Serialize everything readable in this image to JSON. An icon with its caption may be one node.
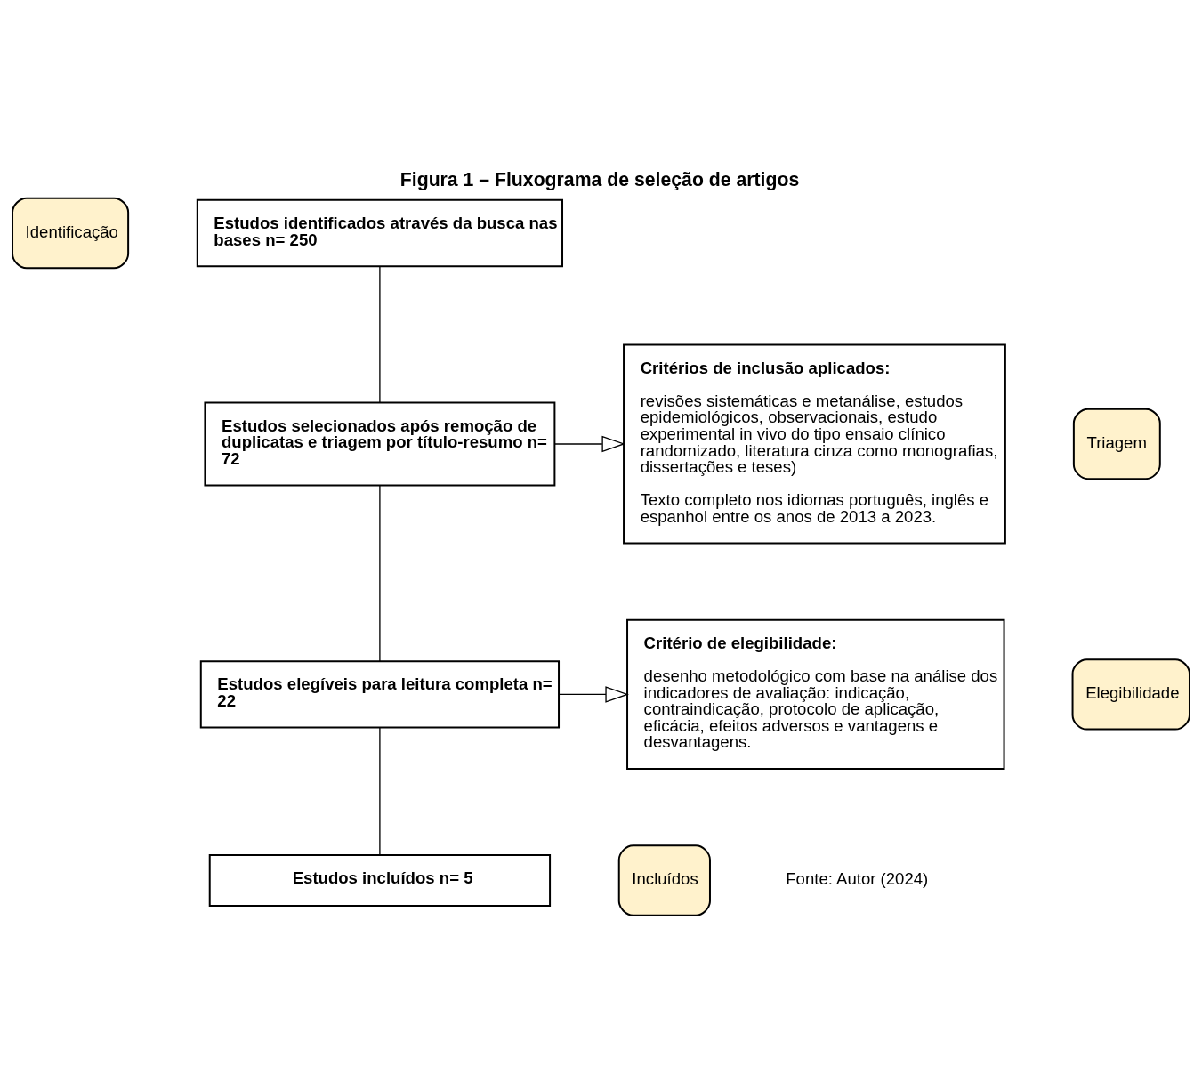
{
  "diagram": {
    "title": "Figura 1 – Fluxograma de seleção de artigos",
    "nodes": [
      {
        "text": [
          "Identificação"
        ]
      },
      {
        "text": [
          "Estudos identificados através da busca nas bases n= 250"
        ]
      },
      {
        "text": [
          "Critérios de inclusão aplicados:",
          "revisões sistemáticas e metanálise, estudos epidemiológicos, observacionais, estudo experimental in vivo do tipo ensaio clínico randomizado, literatura cinza como monografias, dissertações e teses)",
          "Texto completo nos idiomas português, inglês e espanhol entre os anos de 2013 a 2023."
        ]
      },
      {
        "text": [
          "Triagem"
        ]
      },
      {
        "text": [
          "Estudos selecionados após remoção de duplicatas e triagem por título-resumo n= 72"
        ]
      },
      {
        "text": [
          "Elegibilidade"
        ]
      },
      {
        "text": [
          "Critério de elegibilidade:",
          "desenho metodológico com base na análise dos indicadores de avaliação: indicação, contraindicação, protocolo de aplicação, eficácia, efeitos adversos e vantagens e desvantagens."
        ]
      },
      {
        "text": [
          "Estudos elegíveis para leitura completa n= 22"
        ]
      },
      {
        "text": [
          "Incluídos"
        ]
      },
      {
        "text": [
          "Estudos incluídos n= 5"
        ]
      }
    ],
    "edges": [
      {
        "from": 1,
        "to": 4,
        "arrow": "none"
      },
      {
        "from": 4,
        "to": 2,
        "arrow": "to"
      },
      {
        "from": 4,
        "to": 7,
        "arrow": "none"
      },
      {
        "from": 7,
        "to": 6,
        "arrow": "to"
      },
      {
        "from": 7,
        "to": 9,
        "arrow": "none"
      }
    ],
    "labels": [
      "Fonte: Autor (2024)"
    ]
  }
}
